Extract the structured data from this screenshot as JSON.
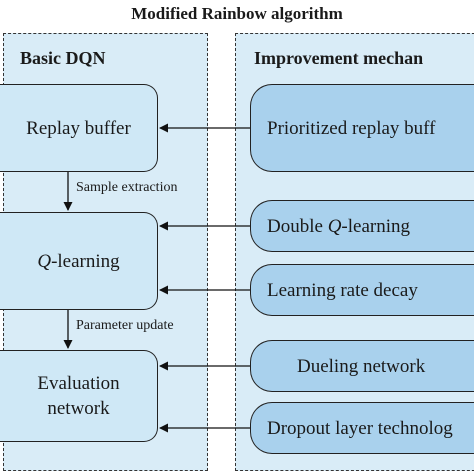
{
  "title": "Modified Rainbow algorithm",
  "left_panel": {
    "title": "Basic DQN",
    "boxes": [
      {
        "label": "Replay buffer"
      },
      {
        "label_prefix": "Q",
        "label_rest": "-learning"
      },
      {
        "line1": "Evaluation",
        "line2": "network"
      }
    ],
    "edges": [
      "Sample extraction",
      "Parameter update"
    ]
  },
  "right_panel": {
    "title": "Improvement mechan",
    "boxes": [
      {
        "label": "Prioritized replay buff"
      },
      {
        "label_pre": "Double ",
        "label_q": "Q",
        "label_post": "-learning"
      },
      {
        "label": "Learning rate decay"
      },
      {
        "label": "Dueling network"
      },
      {
        "label": "Dropout layer technolog"
      }
    ]
  },
  "colors": {
    "panel_bg": "#d9ecf7",
    "left_box": "#cfe8f6",
    "right_box": "#a9d1ed",
    "border": "#222222"
  }
}
